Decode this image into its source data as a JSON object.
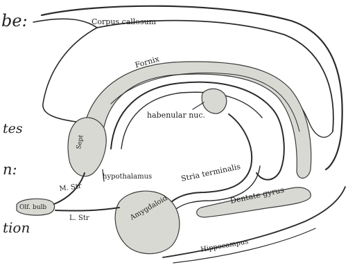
{
  "margin_notes": [
    "be:",
    "tes",
    "n:",
    "tion"
  ],
  "labels": {
    "corpus_callosum": "Corpus callosum",
    "fornix": "Fornix",
    "habenular_nuc": "habenular nuc.",
    "hypothalamus": "hypothalamus",
    "stria_terminalis": "Stria terminalis",
    "dentate_gyrus": "Dentate gyrus",
    "m_str": "M. Str",
    "l_str": "L. Str",
    "olf_bulb": "Olf. bulb",
    "amygdaloid": "Amygdaloid",
    "hippocampus": "Hippocampus",
    "sept": "Sept"
  }
}
